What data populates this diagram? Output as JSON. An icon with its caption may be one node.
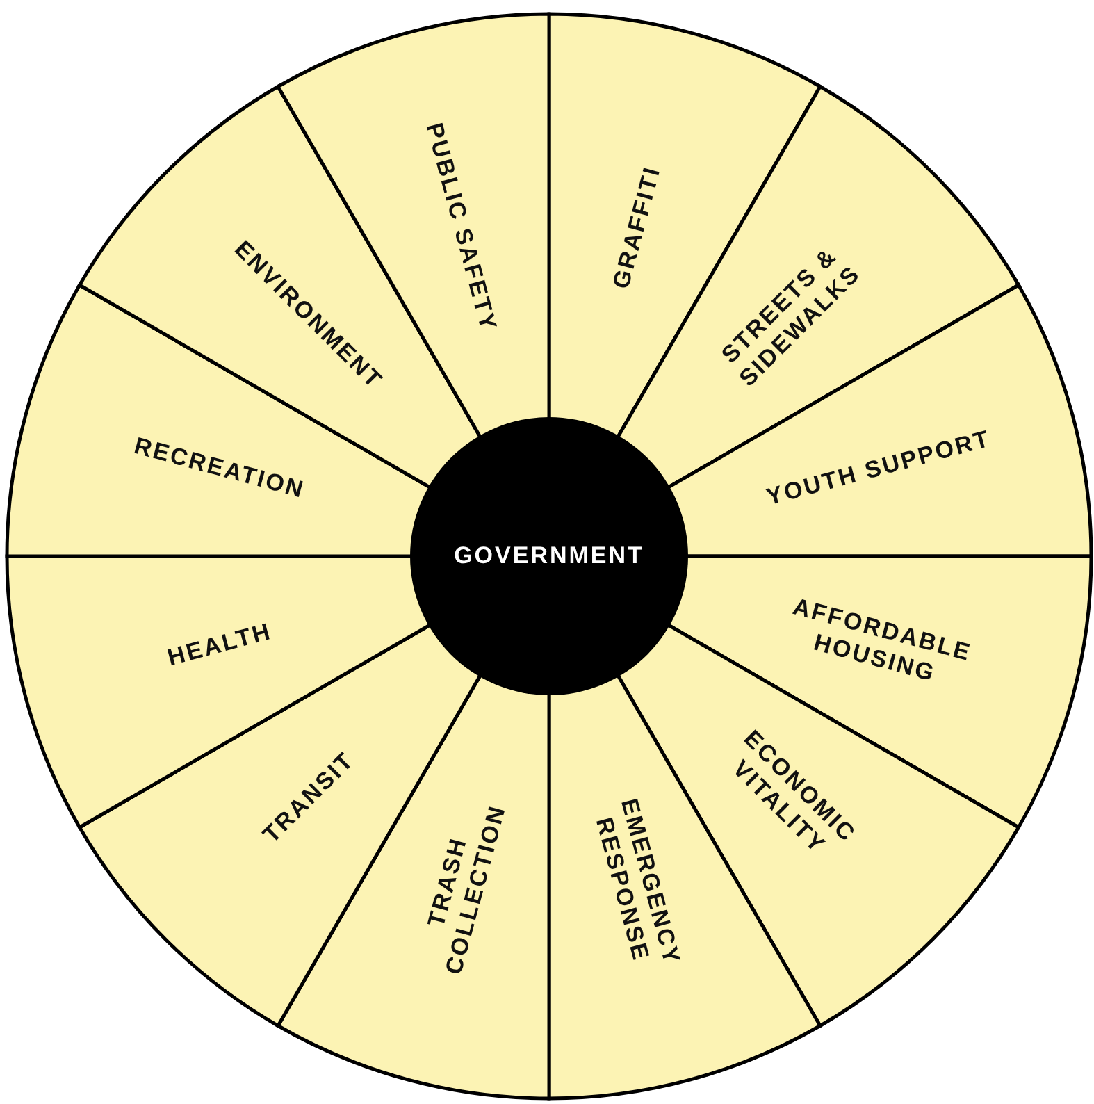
{
  "diagram": {
    "nodes": [
      {
        "text": [
          "GOVERNMENT"
        ]
      },
      {
        "text": [
          "GRAFFITI"
        ]
      },
      {
        "text": [
          "STREETS & SIDEWALKS"
        ]
      },
      {
        "text": [
          "YOUTH SUPPORT"
        ]
      },
      {
        "text": [
          "AFFORDABLE HOUSING"
        ]
      },
      {
        "text": [
          "ECONOMIC VITALITY"
        ]
      },
      {
        "text": [
          "EMERGENCY RESPONSE"
        ]
      },
      {
        "text": [
          "TRASH COLLECTION"
        ]
      },
      {
        "text": [
          "TRANSIT"
        ]
      },
      {
        "text": [
          "HEALTH"
        ]
      },
      {
        "text": [
          "RECREATION"
        ]
      },
      {
        "text": [
          "ENVIRONMENT"
        ]
      },
      {
        "text": [
          "PUBLIC SAFETY"
        ]
      }
    ],
    "edges": []
  }
}
